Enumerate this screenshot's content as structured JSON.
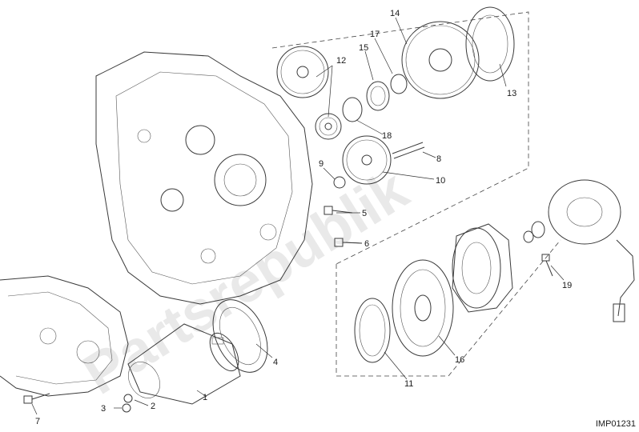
{
  "diagram": {
    "drawing_code": "IMP01231",
    "watermark": "Partsrepublik",
    "callouts": [
      {
        "id": "1",
        "label": "1"
      },
      {
        "id": "2",
        "label": "2"
      },
      {
        "id": "3",
        "label": "3"
      },
      {
        "id": "4",
        "label": "4"
      },
      {
        "id": "5",
        "label": "5"
      },
      {
        "id": "6",
        "label": "6"
      },
      {
        "id": "7",
        "label": "7"
      },
      {
        "id": "8",
        "label": "8"
      },
      {
        "id": "9",
        "label": "9"
      },
      {
        "id": "10",
        "label": "10"
      },
      {
        "id": "11",
        "label": "11"
      },
      {
        "id": "12",
        "label": "12"
      },
      {
        "id": "13",
        "label": "13"
      },
      {
        "id": "14",
        "label": "14"
      },
      {
        "id": "15",
        "label": "15"
      },
      {
        "id": "16",
        "label": "16"
      },
      {
        "id": "17",
        "label": "17"
      },
      {
        "id": "18",
        "label": "18"
      },
      {
        "id": "19",
        "label": "19"
      }
    ]
  }
}
